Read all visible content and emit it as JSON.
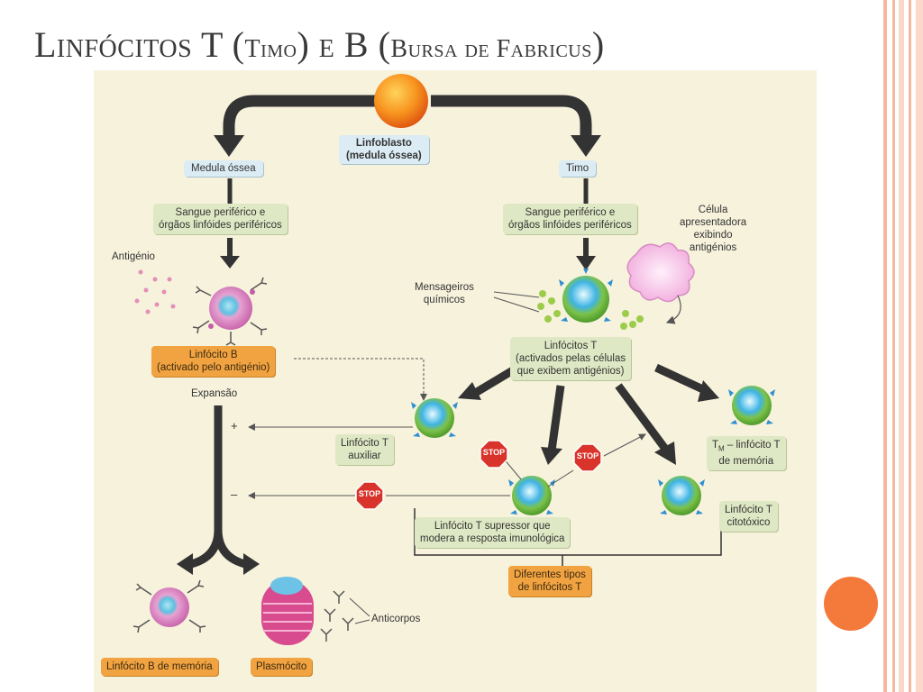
{
  "slide": {
    "title_main_1": "Linfócitos T (",
    "title_sub_1": "Timo",
    "title_main_2": ") e B (",
    "title_sub_2": "Bursa de Fabricus",
    "title_main_3": ")"
  },
  "colors": {
    "deco_orange": "#f47a3c",
    "deco_stripe": "#f6b79e",
    "label_green": "#dfe8c4",
    "label_blue": "#dcecf4",
    "label_orange": "#f2a341",
    "diagram_bg": "#f6f2dc"
  },
  "diagram": {
    "linfoblasto": "Linfoblasto\n(medula óssea)",
    "medula_ossea": "Medula óssea",
    "timo": "Timo",
    "sangue_left": "Sangue periférico e\nórgãos linfóides periféricos",
    "sangue_right": "Sangue periférico e\nórgãos linfóides periféricos",
    "antigenio": "Antigénio",
    "celula_apresentadora": "Célula\napresentadora\nexibindo\nantigénios",
    "mensageiros": "Mensageiros\nquímicos",
    "linfocito_b_activado": "Linfócito B\n(activado pelo antigénio)",
    "linfocitos_t_activados": "Linfócitos T\n(activados pelas células\nque exibem antigénios)",
    "expansao": "Expansão",
    "plus": "+",
    "minus": "–",
    "t_auxiliar": "Linfócito T\nauxiliar",
    "tm_prefix": "T",
    "tm_sub": "M",
    "tm_text": " – linfócito T\nde memória",
    "t_supressor": "Linfócito T supressor que\nmodera a resposta imunológica",
    "t_citotoxico": "Linfócito T\ncitotóxico",
    "diferentes_tipos": "Diferentes tipos\nde linfócitos T",
    "anticorpos": "Anticorpos",
    "b_memoria": "Linfócito B de memória",
    "plasmocito": "Plasmócito",
    "stop": "STOP"
  }
}
